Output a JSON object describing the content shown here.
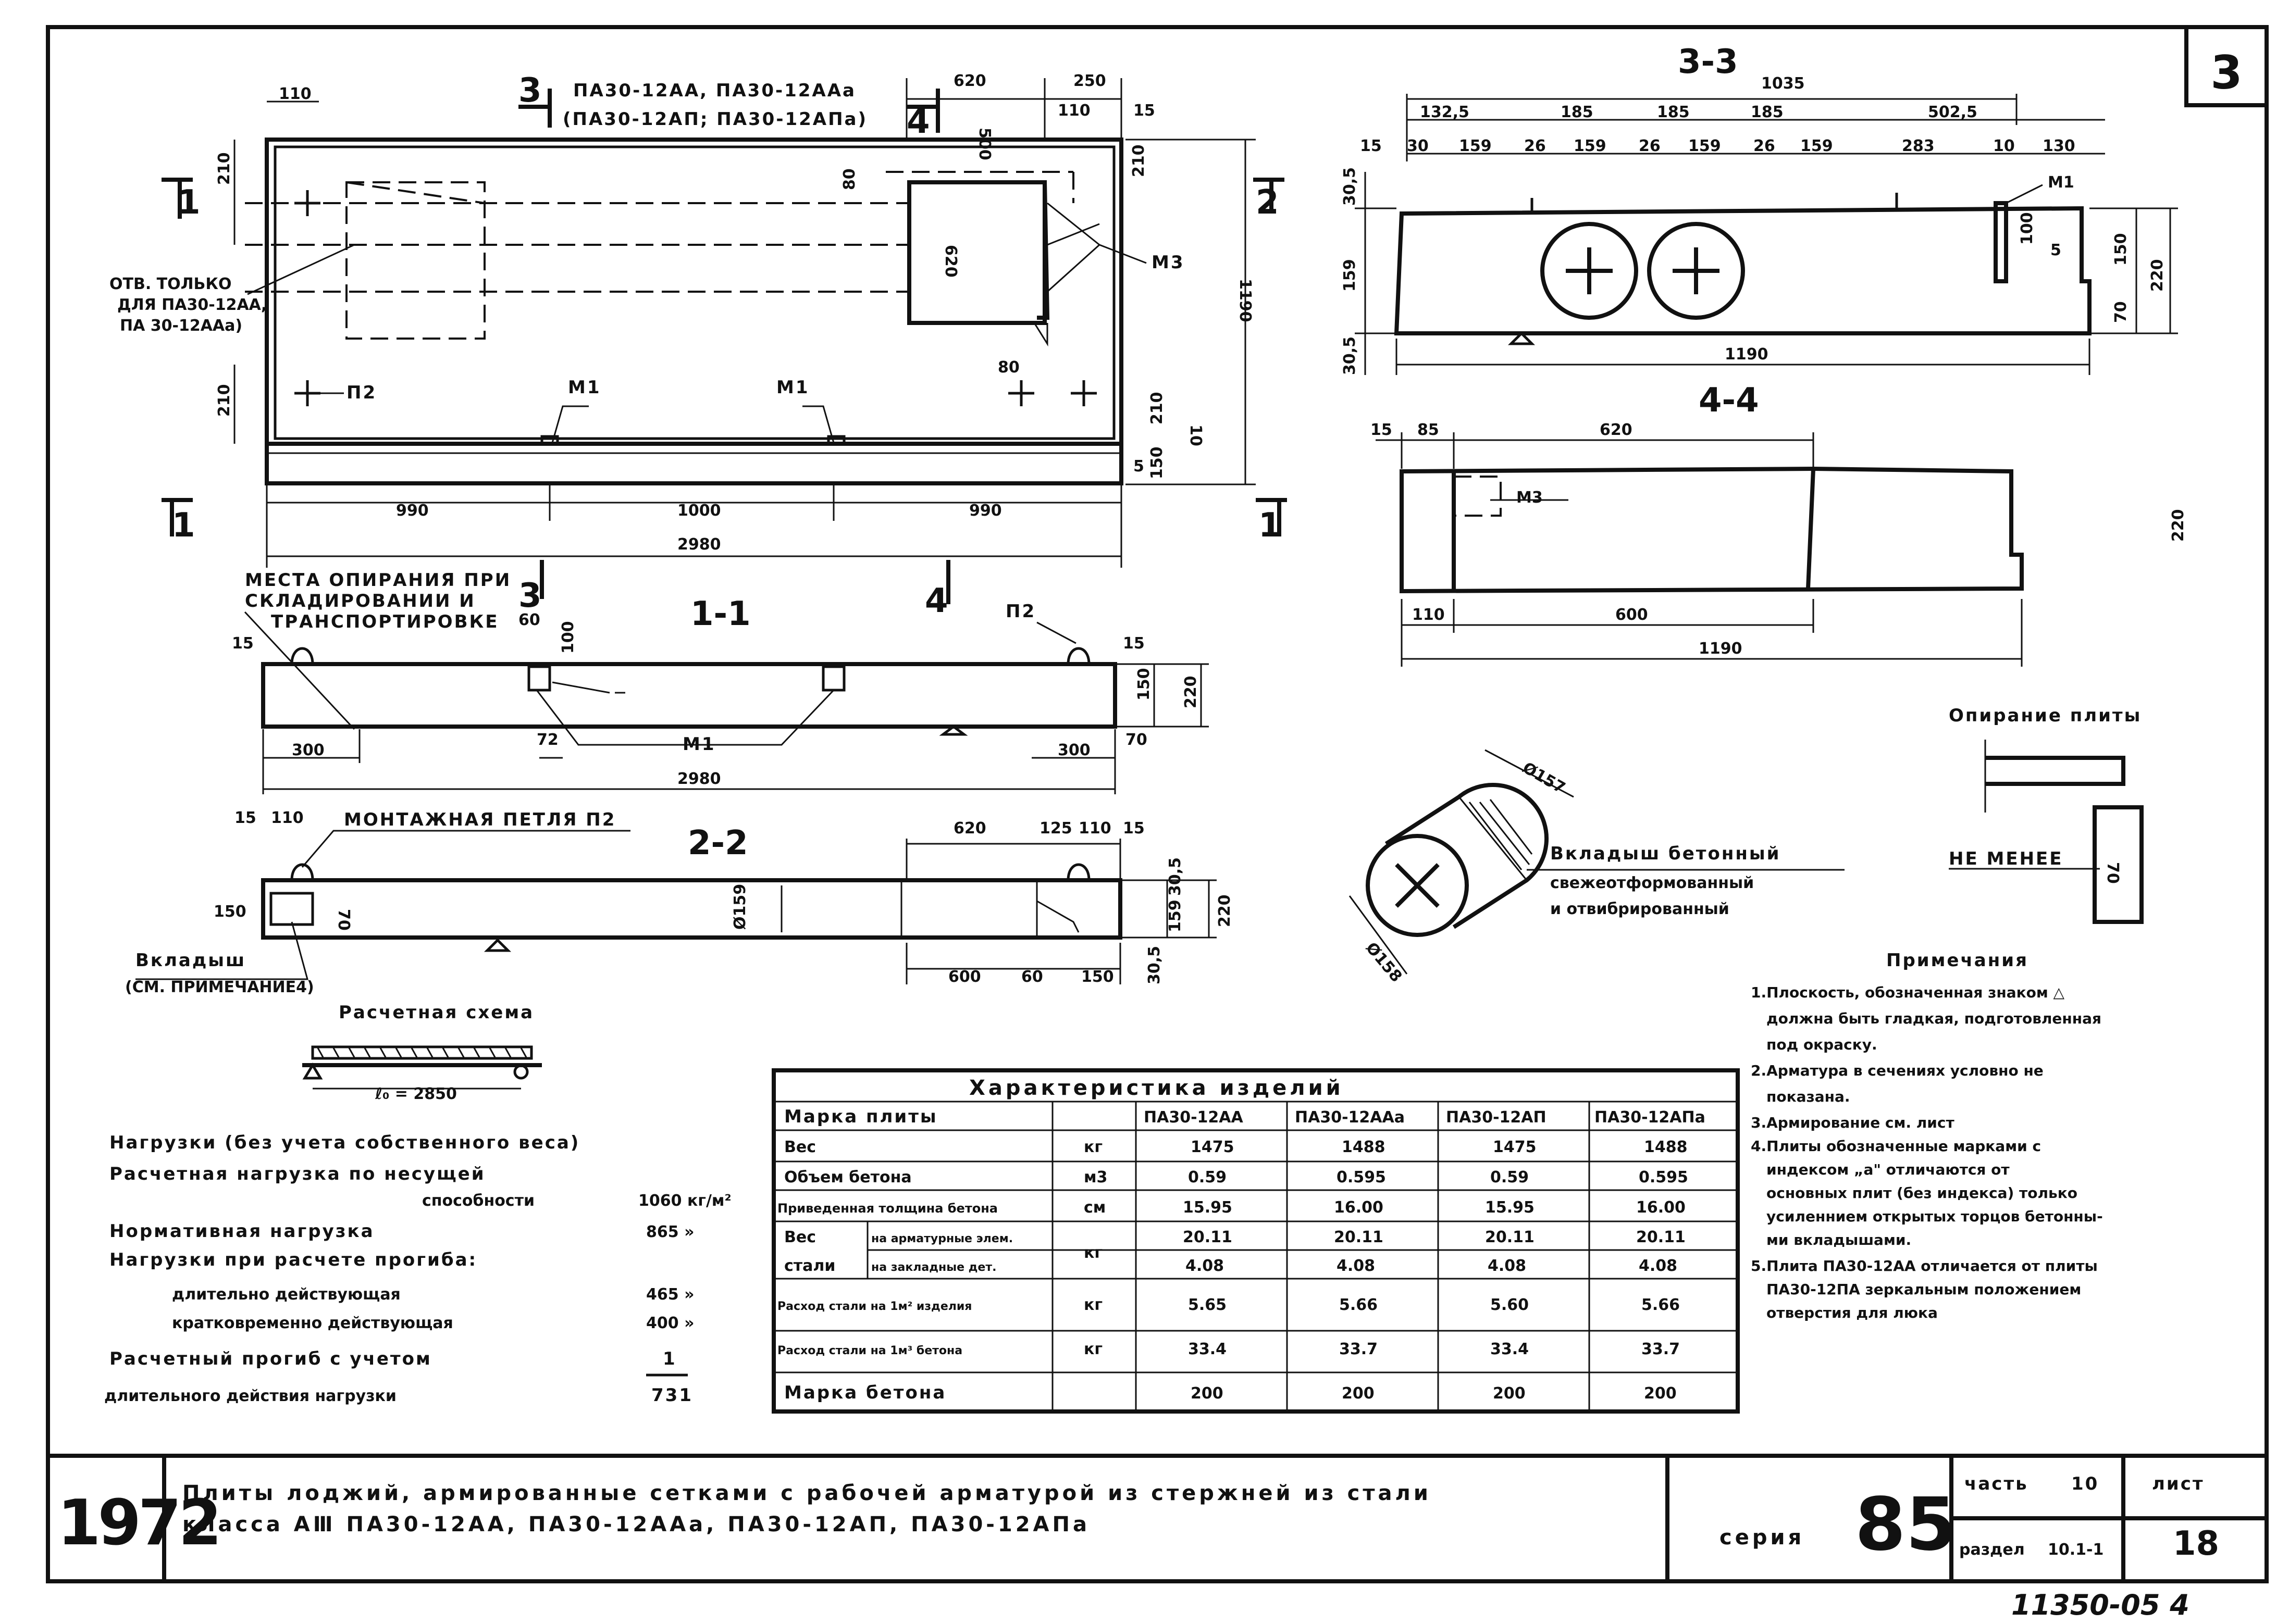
{
  "sheet_number": "3",
  "plan": {
    "title_line1": "ПА30-12АА, ПА30-12ААа",
    "title_line2": "(ПА30-12АП; ПА30-12АПа)",
    "section_marks": [
      "1",
      "2",
      "3",
      "4"
    ],
    "hole_note": [
      "ОТВ. ТОЛЬКО",
      "ДЛЯ ПА30-12АА,",
      "ПА 30-12ААа)"
    ],
    "loop_label": "П2",
    "insert_labels": [
      "М1",
      "М1",
      "М3"
    ],
    "dims": {
      "top": [
        "110",
        "620",
        "250",
        "110",
        "15",
        "500",
        "210",
        "210",
        "80"
      ],
      "left": [
        "210",
        "210"
      ],
      "right": [
        "210",
        "1190",
        "10",
        "210",
        "5",
        "150"
      ],
      "inner": [
        "620",
        "80"
      ],
      "bottom": [
        "990",
        "1000",
        "990",
        "2980"
      ]
    }
  },
  "section_1_1": {
    "title": "1-1",
    "support_note": [
      "МЕСТА ОПИРАНИЯ ПРИ",
      "СКЛАДИРОВАНИИ И",
      "ТРАНСПОРТИРОВКЕ"
    ],
    "labels": [
      "П2",
      "М1"
    ],
    "dims": [
      "15",
      "60",
      "100",
      "15",
      "150",
      "220",
      "70",
      "300",
      "72",
      "2980",
      "300"
    ]
  },
  "section_2_2": {
    "title": "2-2",
    "loop_note": "МОНТАЖНАЯ ПЕТЛЯ П2",
    "insert_note": [
      "Вкладыш",
      "(СМ. ПРИМЕЧАНИЕ4)"
    ],
    "dims": [
      "15",
      "110",
      "620",
      "125",
      "110",
      "15",
      "150",
      "70",
      "Ø159",
      "600",
      "60",
      "150",
      "30,5",
      "159",
      "30,5",
      "220"
    ]
  },
  "section_3_3": {
    "title": "3-3",
    "insert_label": "М1",
    "dims_top": [
      "1035",
      "132,5",
      "185",
      "185",
      "185",
      "502,5",
      "15",
      "30",
      "159",
      "26",
      "159",
      "26",
      "159",
      "26",
      "159",
      "283",
      "10",
      "130"
    ],
    "dims_side": [
      "30,5",
      "159",
      "30,5",
      "100",
      "5",
      "150",
      "70",
      "220",
      "1190"
    ]
  },
  "section_4_4": {
    "title": "4-4",
    "insert_label": "М3",
    "dims": [
      "15",
      "85",
      "620",
      "220",
      "110",
      "600",
      "1190"
    ]
  },
  "insert_detail": {
    "text": [
      "Вкладыш бетонный",
      "свежеотформованный",
      "и отвибрированный"
    ],
    "diameter_labels": [
      "Ø157",
      "Ø158"
    ]
  },
  "bearing": {
    "title": "Опирание плиты",
    "note": "НЕ МЕНЕЕ",
    "dim": "70"
  },
  "design_scheme": {
    "title": "Расчетная схема",
    "span_label": "ℓ₀ = 2850"
  },
  "loads": {
    "title": "Нагрузки (без учета собственного веса)",
    "rows": [
      {
        "label": "Расчетная нагрузка по несущей",
        "value": ""
      },
      {
        "label": "способности",
        "value": "1060 кг/м²"
      },
      {
        "label": "Нормативная нагрузка",
        "value": "865 »"
      },
      {
        "label": "Нагрузки при расчете прогиба:",
        "value": ""
      },
      {
        "label": "длительно действующая",
        "value": "465 »"
      },
      {
        "label": "кратковременно действующая",
        "value": "400 »"
      }
    ],
    "deflection_label1": "Расчетный прогиб с учетом",
    "deflection_label2": "длительного действия нагрузки",
    "deflection_num": "1",
    "deflection_den": "731"
  },
  "characteristics": {
    "title": "Характеристика изделий",
    "header": [
      "Марка плиты",
      "",
      "ПА30-12АА",
      "ПА30-12ААа",
      "ПА30-12АП",
      "ПА30-12АПа"
    ],
    "rows": [
      {
        "name": "Вес",
        "sub": "",
        "unit": "кг",
        "values": [
          "1475",
          "1488",
          "1475",
          "1488"
        ]
      },
      {
        "name": "Объем бетона",
        "sub": "",
        "unit": "м3",
        "values": [
          "0.59",
          "0.595",
          "0.59",
          "0.595"
        ]
      },
      {
        "name": "Приведенная толщина бетона",
        "sub": "",
        "unit": "см",
        "values": [
          "15.95",
          "16.00",
          "15.95",
          "16.00"
        ]
      },
      {
        "name": "Вес",
        "sub": "на арматурные элем.",
        "unit": "кг",
        "values": [
          "20.11",
          "20.11",
          "20.11",
          "20.11"
        ]
      },
      {
        "name": "стали",
        "sub": "на закладные дет.",
        "unit": "",
        "values": [
          "4.08",
          "4.08",
          "4.08",
          "4.08"
        ]
      },
      {
        "name": "Расход стали на 1м² изделия",
        "sub": "",
        "unit": "кг",
        "values": [
          "5.65",
          "5.66",
          "5.60",
          "5.66"
        ]
      },
      {
        "name": "Расход стали на 1м³ бетона",
        "sub": "",
        "unit": "кг",
        "values": [
          "33.4",
          "33.7",
          "33.4",
          "33.7"
        ]
      },
      {
        "name": "Марка бетона",
        "sub": "",
        "unit": "",
        "values": [
          "200",
          "200",
          "200",
          "200"
        ]
      }
    ]
  },
  "notes": {
    "title": "Примечания",
    "lines": [
      "1.Плоскость, обозначенная знаком △",
      "должна быть гладкая, подготовленная",
      "под окраску.",
      "2.Арматура в сечениях условно не",
      "показана.",
      "3.Армирование см. лист",
      "4.Плиты обозначенные марками с",
      "индексом „а\" отличаются от",
      "основных плит (без индекса) только",
      "усиленнием открытых торцов бетонны-",
      "ми вкладышами.",
      "5.Плита ПА30-12АА отличается от плиты",
      "ПА30-12ПА зеркальным положением",
      "отверстия для люка"
    ]
  },
  "title_block": {
    "year": "1972",
    "title_line1": "Плиты лоджий, армированные сетками с рабочей арматурой из стержней из стали",
    "title_line2": "класса АⅢ ПА30-12АА, ПА30-12ААа, ПА30-12АП, ПА30-12АПа",
    "series_label": "серия",
    "series_number": "85",
    "part_label": "часть",
    "part_value": "10",
    "section_label": "раздел",
    "section_value": "10.1-1",
    "sheet_label": "лист",
    "sheet_value": "18",
    "archive_number": "11350-05 4"
  }
}
